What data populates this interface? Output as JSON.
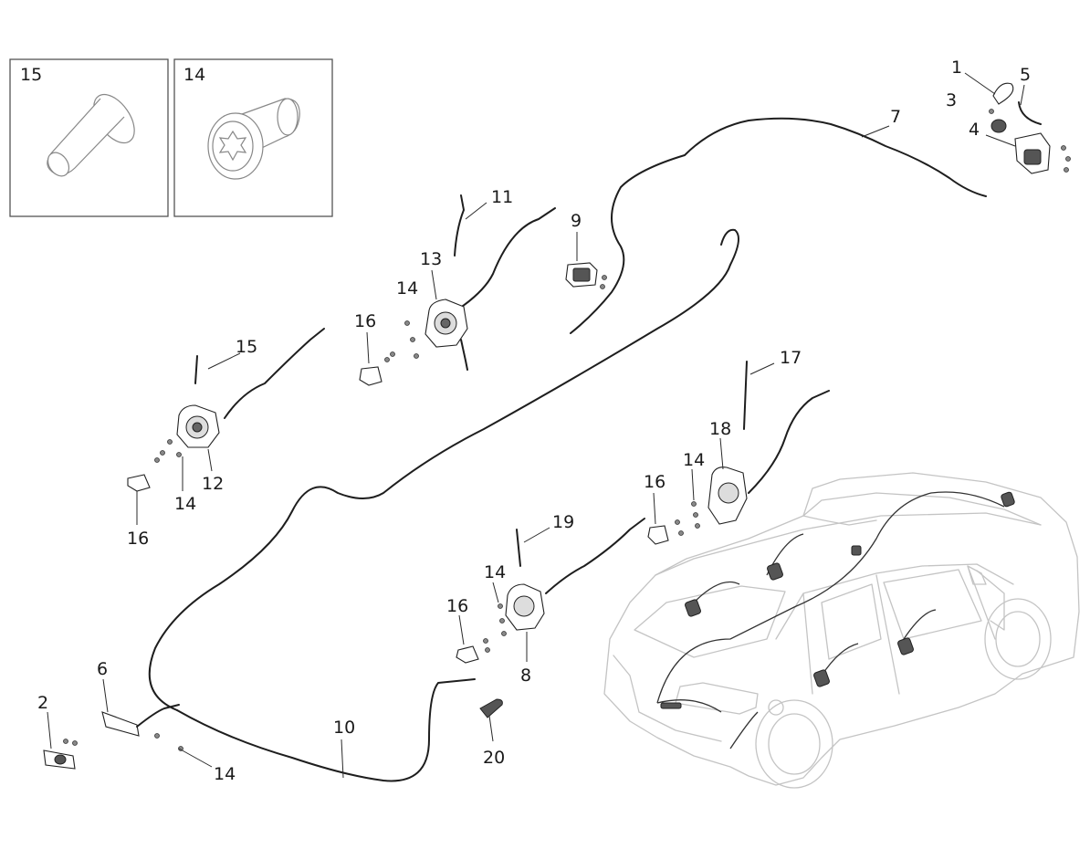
{
  "insets": [
    {
      "label": "15",
      "part": "countersunk-bolt"
    },
    {
      "label": "14",
      "part": "torx-flange-bolt"
    }
  ],
  "callouts": {
    "c1": "1",
    "c2": "2",
    "c3": "3",
    "c4": "4",
    "c5": "5",
    "c6": "6",
    "c7": "7",
    "c8": "8",
    "c9": "9",
    "c10": "10",
    "c11": "11",
    "c12": "12",
    "c13": "13",
    "c14_a": "14",
    "c14_b": "14",
    "c14_c": "14",
    "c14_d": "14",
    "c14_e": "14",
    "c15": "15",
    "c16_a": "16",
    "c16_b": "16",
    "c16_c": "16",
    "c16_d": "16",
    "c17": "17",
    "c18": "18",
    "c19": "19",
    "c20": "20"
  },
  "colors": {
    "line": "#1e1e1e",
    "vehicle_outline": "#c4c4c4",
    "inset_border": "#555555"
  }
}
